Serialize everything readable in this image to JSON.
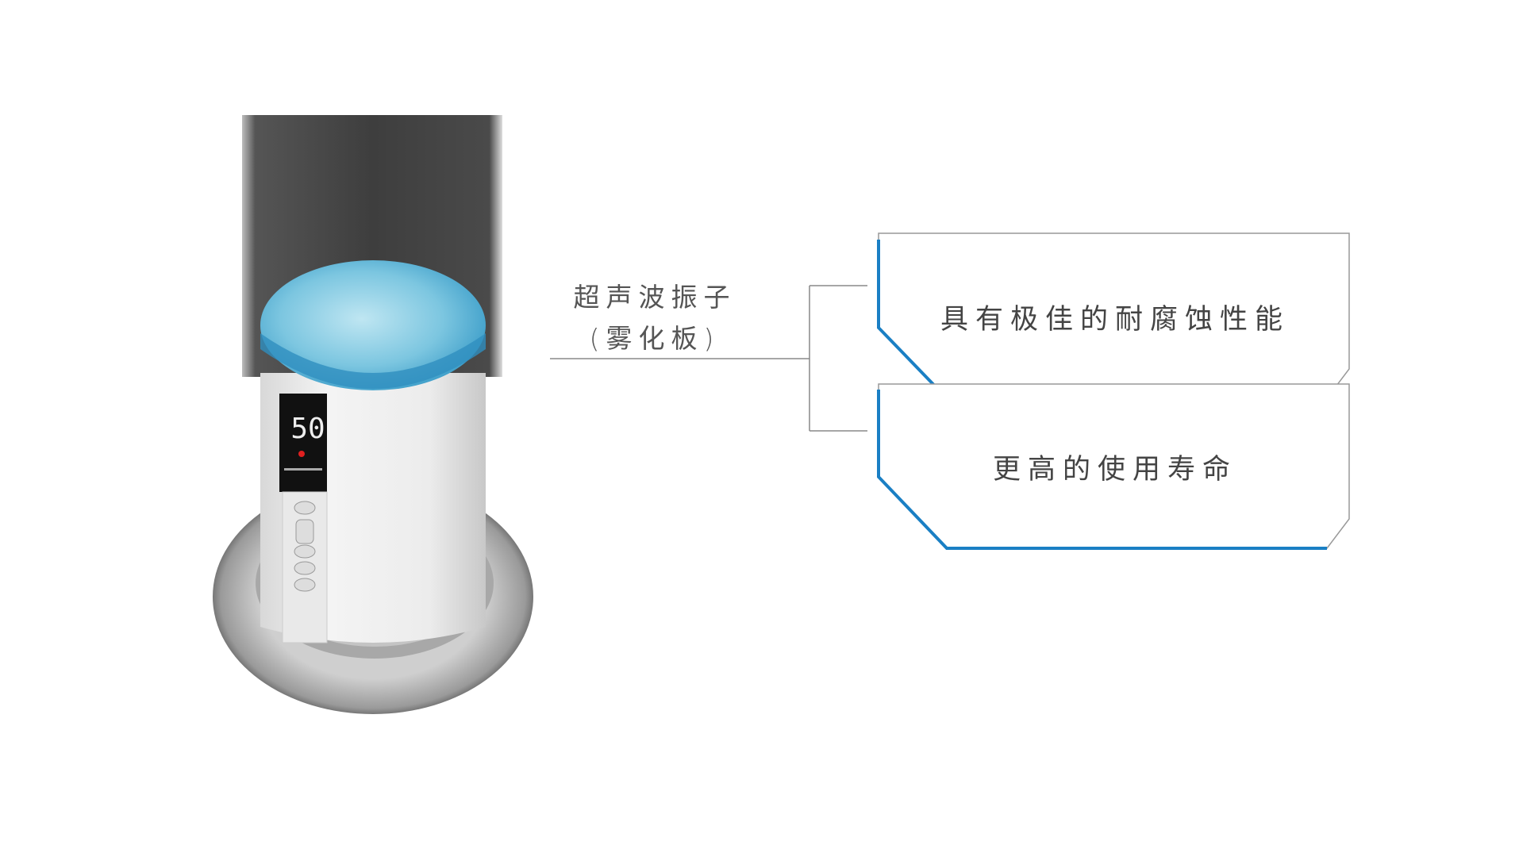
{
  "product": {
    "display_reading": "50"
  },
  "label": {
    "line1": "超声波振子",
    "line2": "(雾化板)"
  },
  "features": [
    {
      "text": "具有极佳的耐腐蚀性能"
    },
    {
      "text": "更高的使用寿命"
    }
  ],
  "colors": {
    "accent": "#1a7fc4",
    "line": "#888888",
    "text": "#444444"
  }
}
